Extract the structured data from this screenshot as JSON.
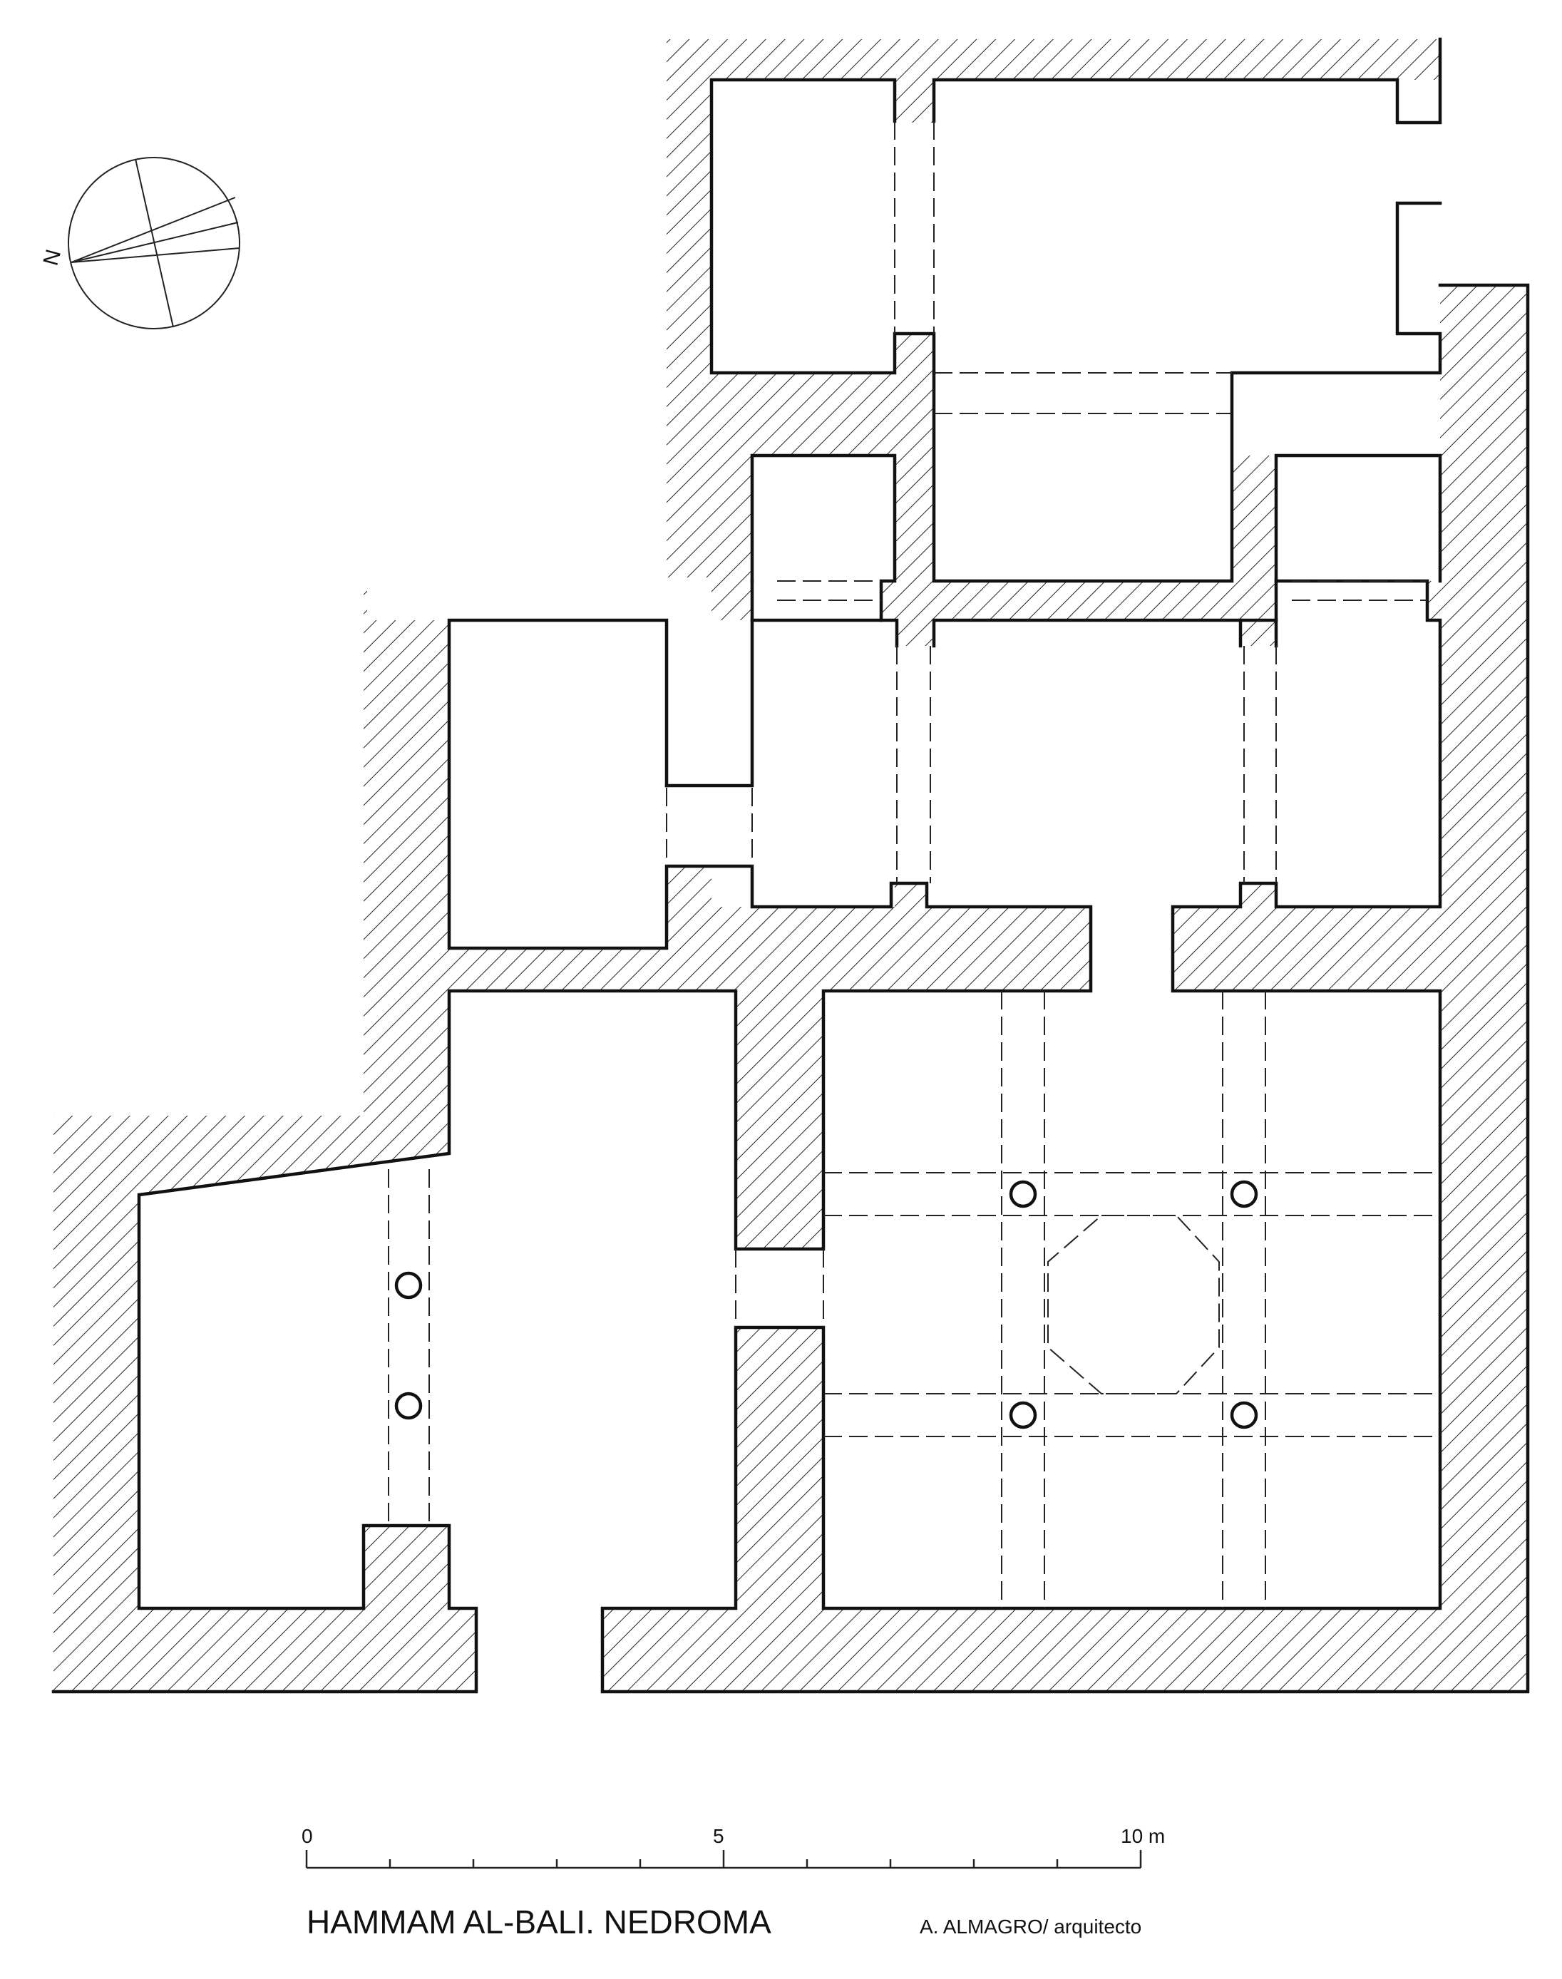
{
  "title": "HAMMAM AL-BALI. NEDROMA",
  "author": "A. ALMAGRO/ arquitecto",
  "compass": {
    "label": "N"
  },
  "scale_bar": {
    "unit": "m",
    "ticks": [
      {
        "value": 0,
        "label": "0"
      },
      {
        "value": 5,
        "label": "5"
      },
      {
        "value": 10,
        "label": "10 m"
      }
    ]
  },
  "colors": {
    "line": "#111111",
    "background": "#ffffff"
  }
}
